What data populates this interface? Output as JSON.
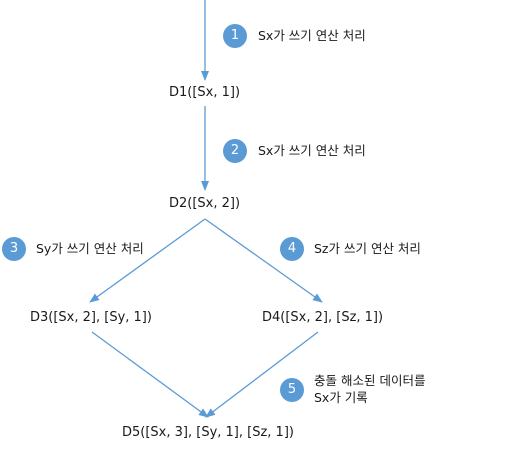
{
  "nodes": {
    "d1": "D1([Sx, 1])",
    "d2": "D2([Sx, 2])",
    "d3": "D3([Sx, 2], [Sy, 1])",
    "d4": "D4([Sx, 2], [Sz, 1])",
    "d5": "D5([Sx, 3], [Sy, 1], [Sz, 1])"
  },
  "steps": [
    {
      "number": "1",
      "label": "Sx가 쓰기 연산 처리"
    },
    {
      "number": "2",
      "label": "Sx가 쓰기 연산 처리"
    },
    {
      "number": "3",
      "label": "Sy가 쓰기 연산 처리"
    },
    {
      "number": "4",
      "label": "Sz가 쓰기 연산 처리"
    },
    {
      "number": "5",
      "label_line1": "충돌 해소된 데이터를",
      "label_line2": "Sx가 기록"
    }
  ],
  "colors": {
    "arrow": "#5b9bd5",
    "badge": "#5b9bd5",
    "text": "#1a1a1a"
  }
}
